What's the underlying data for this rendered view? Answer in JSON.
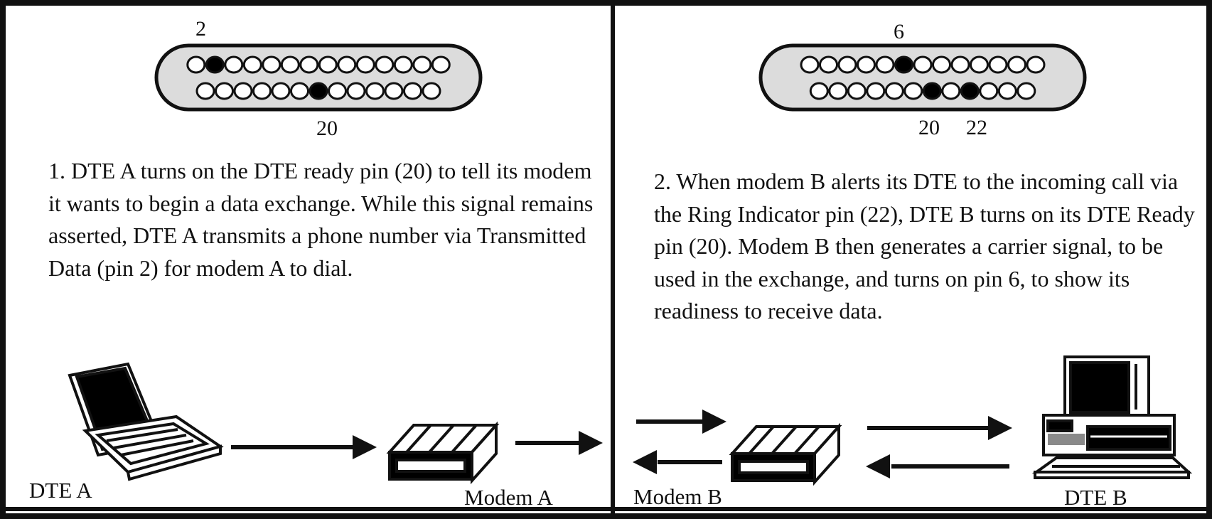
{
  "panels": [
    {
      "pin_top_label": "2",
      "pin_bottom_labels": [
        "20"
      ],
      "connector": {
        "top_row_pins": 14,
        "bottom_row_pins": 13,
        "active_top": [
          2
        ],
        "active_bottom": [
          20
        ]
      },
      "text": "1. DTE A turns on the DTE ready pin (20) to tell its modem it wants to begin a data exchange. While this signal remains asserted, DTE A transmits a phone number via Transmitted Data (pin 2) for modem A to dial.",
      "devices": {
        "terminal": "DTE A",
        "modem": "Modem A"
      }
    },
    {
      "pin_top_label": "6",
      "pin_bottom_labels": [
        "20",
        "22"
      ],
      "connector": {
        "top_row_pins": 13,
        "bottom_row_pins": 12,
        "active_top": [
          6
        ],
        "active_bottom": [
          20,
          22
        ]
      },
      "text": "2. When modem B alerts its DTE to the incoming call via the Ring Indicator pin (22), DTE B turns on its DTE Ready pin (20). Modem B then generates a carrier signal, to be used in the exchange, and turns on pin 6, to show its readiness to receive data.",
      "devices": {
        "terminal": "DTE B",
        "modem": "Modem B"
      }
    }
  ],
  "colors": {
    "ink": "#111111",
    "connector_fill": "#dcdcdc",
    "pin_active": "#000000",
    "pin_idle": "#ffffff",
    "screen_gray": "#8a8a8a"
  }
}
